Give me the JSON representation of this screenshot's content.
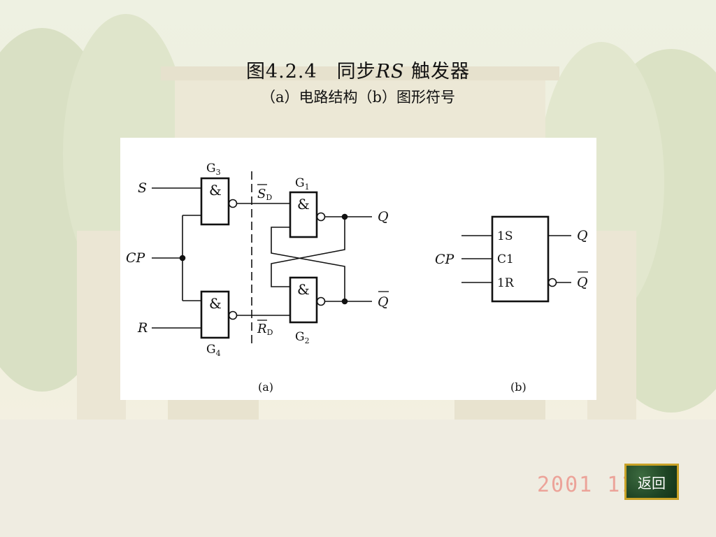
{
  "slide": {
    "title_prefix": "图4.2.4",
    "title_middle": "同步",
    "title_rs": "RS",
    "title_suffix": " 触发器",
    "subtitle": "（a）电路结构（b）图形符号"
  },
  "diagram_a": {
    "caption": "(a)",
    "inputs": {
      "s": "S",
      "cp": "CP",
      "r": "R"
    },
    "gates": {
      "g3": {
        "name": "G",
        "sub": "3",
        "symbol": "&"
      },
      "g4": {
        "name": "G",
        "sub": "4",
        "symbol": "&"
      },
      "g1": {
        "name": "G",
        "sub": "1",
        "symbol": "&"
      },
      "g2": {
        "name": "G",
        "sub": "2",
        "symbol": "&"
      }
    },
    "signals": {
      "sd": {
        "name": "S",
        "sub": "D"
      },
      "rd": {
        "name": "R",
        "sub": "D"
      }
    },
    "outputs": {
      "q": "Q",
      "qbar": "Q"
    }
  },
  "diagram_b": {
    "caption": "(b)",
    "pins": {
      "s1": "1S",
      "c1": "C1",
      "r1": "1R"
    },
    "inputs": {
      "cp": "CP"
    },
    "outputs": {
      "q": "Q",
      "qbar": "Q"
    }
  },
  "footer": {
    "date_stamp": "2001  11",
    "back_label": "返回"
  }
}
